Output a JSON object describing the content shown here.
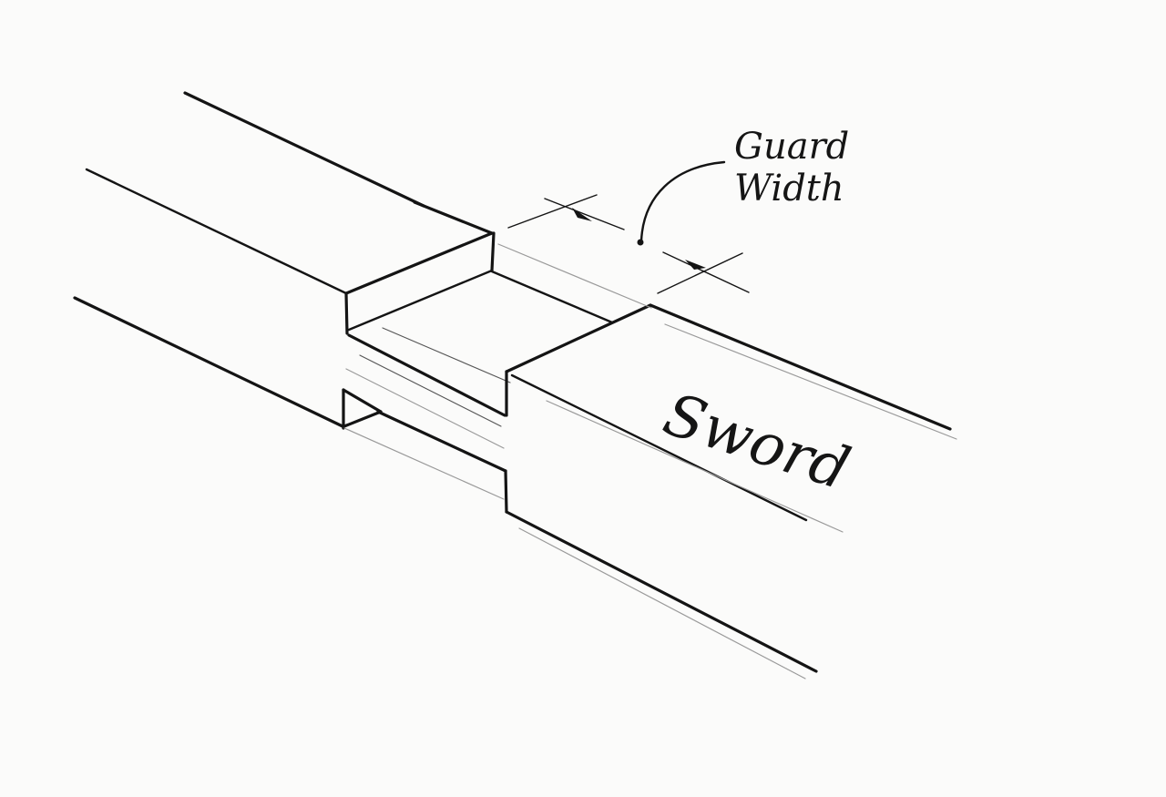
{
  "labels": {
    "guard_line1": "Guard",
    "guard_line2": "Width",
    "sword": "Sword"
  },
  "colors": {
    "ink": "#141414",
    "paper": "#fbfbfa"
  }
}
